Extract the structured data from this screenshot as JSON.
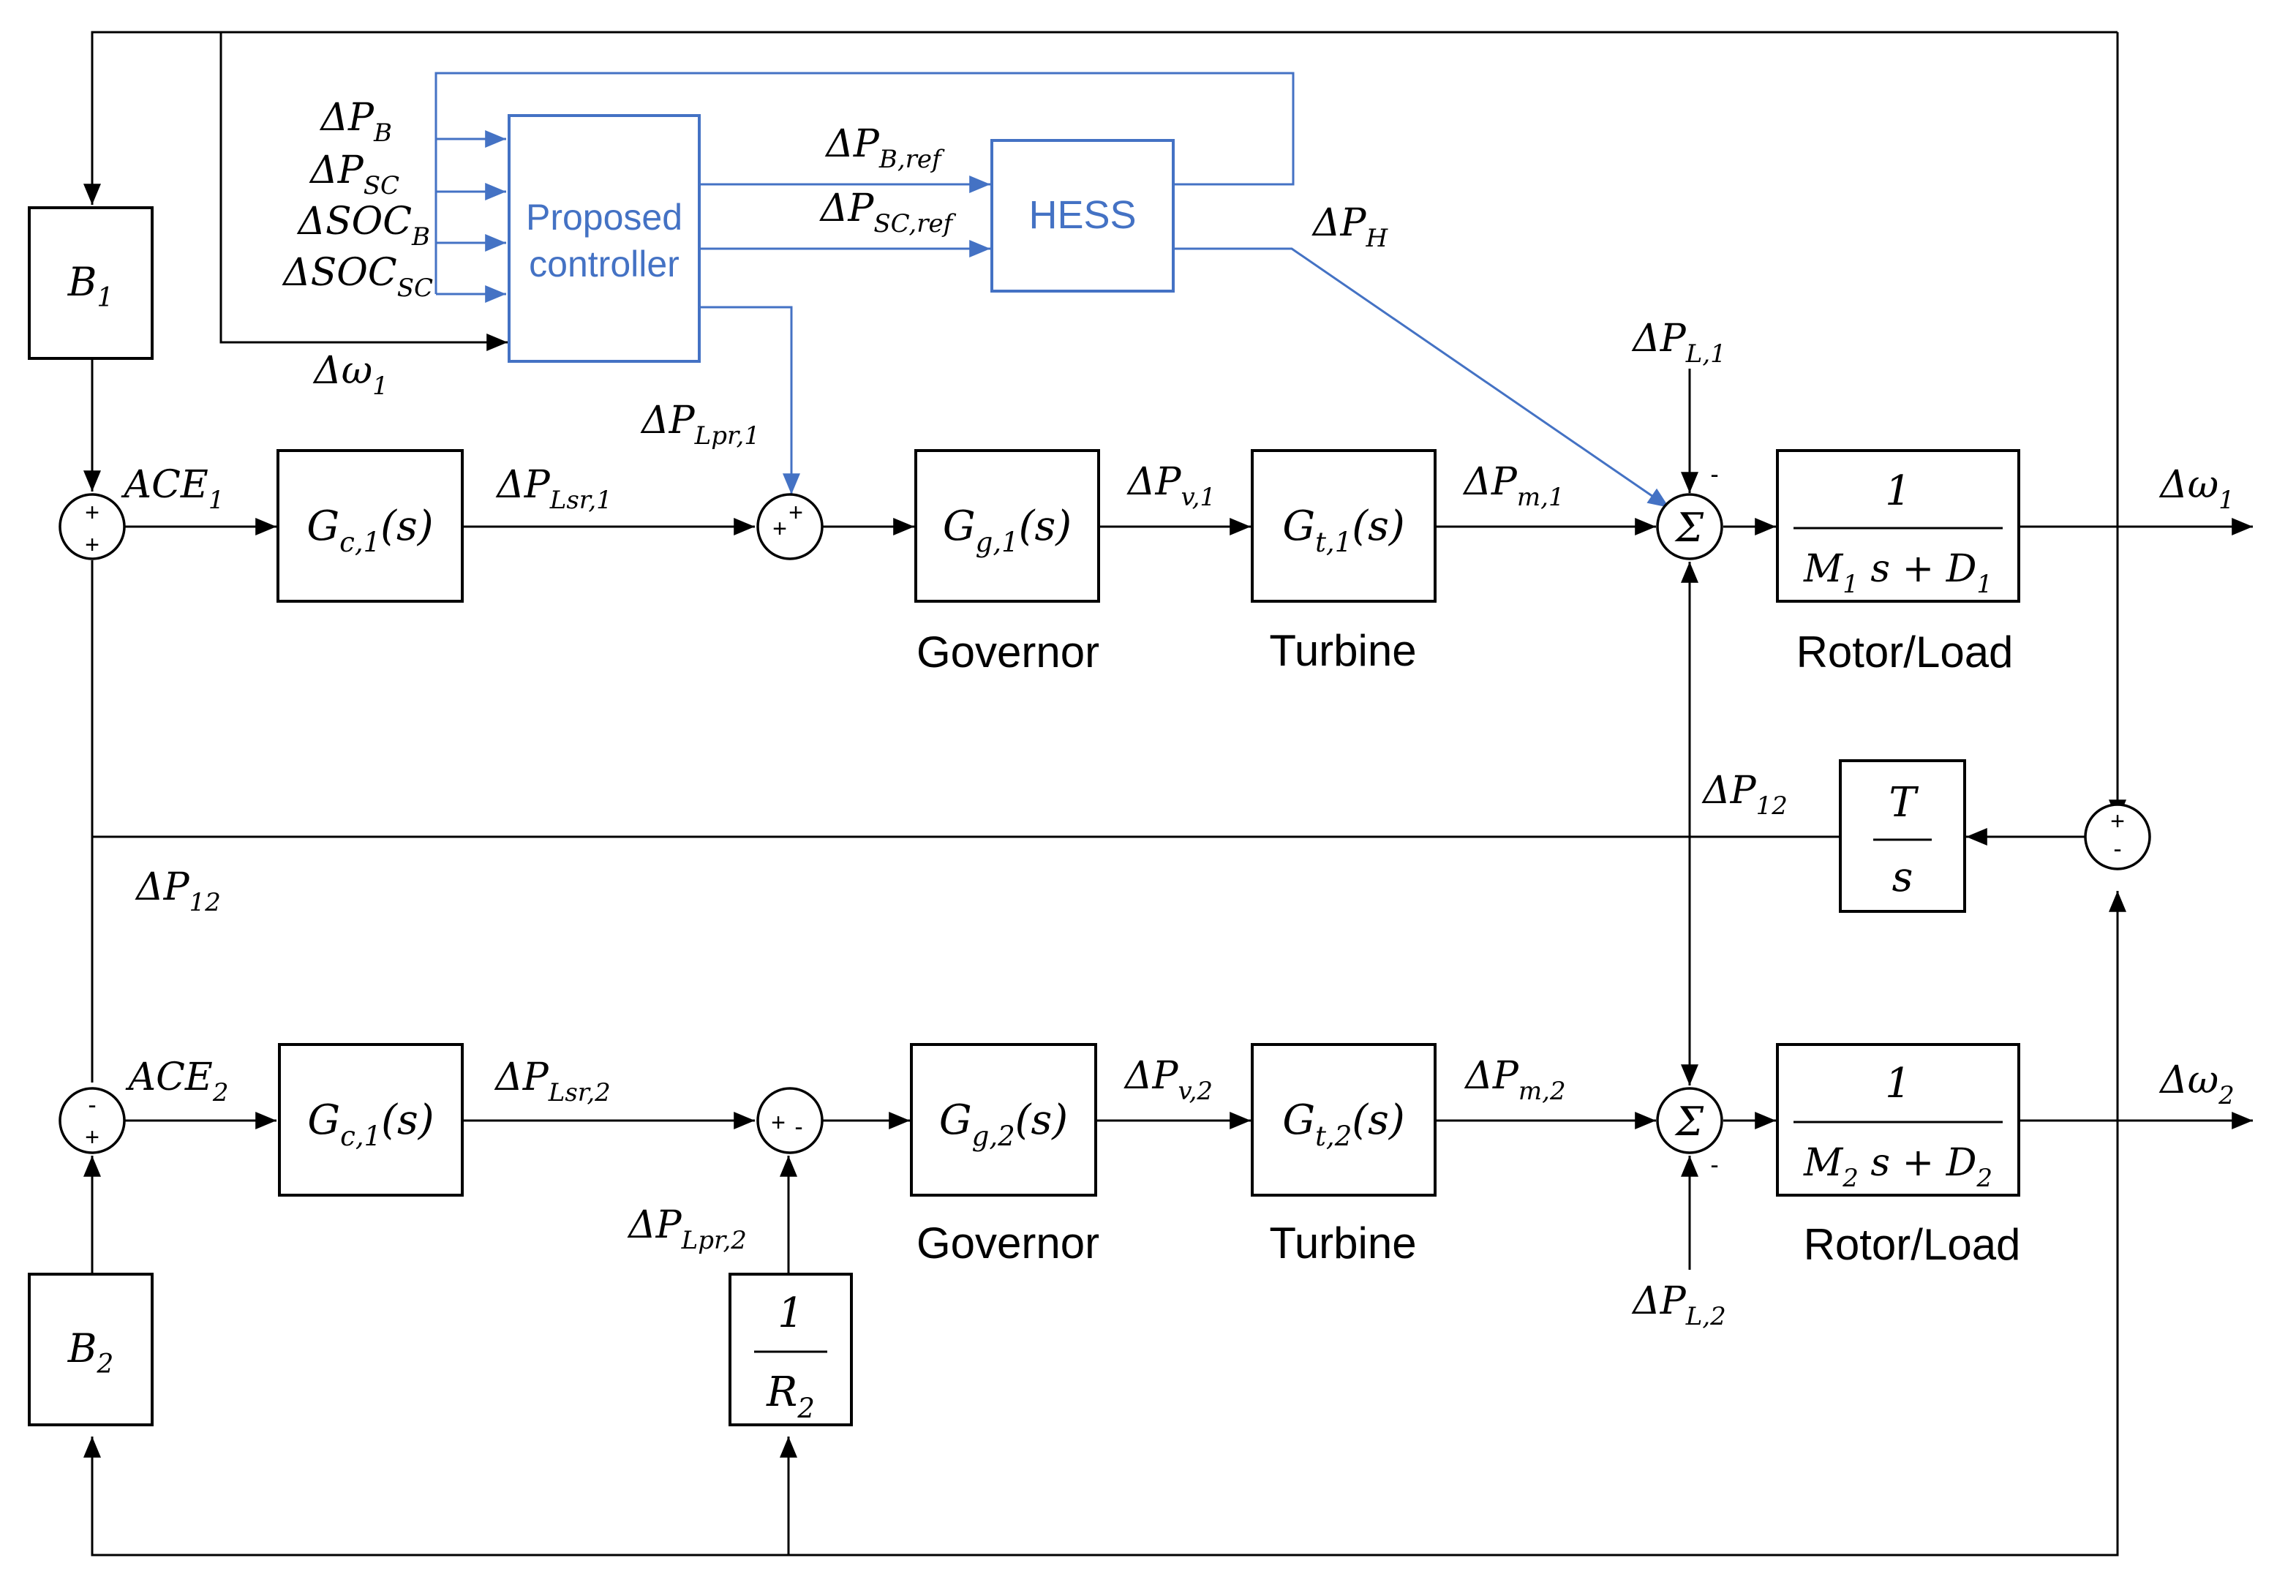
{
  "colors": {
    "line": "#000000",
    "accent": "#4472C4",
    "background": "#ffffff"
  },
  "blocks": {
    "b1": "B_1",
    "b2": "B_2",
    "gc1_top": "G_c,1(s)",
    "gc1_bottom": "G_c,1(s)",
    "gg1": "G_g,1(s)",
    "gg2": "G_g,2(s)",
    "gt1": "G_t,1(s)",
    "gt2": "G_t,2(s)",
    "rotor1": {
      "num": "1",
      "den": "M_1 s + D_1"
    },
    "rotor2": {
      "num": "1",
      "den": "M_2 s + D_2"
    },
    "tie": {
      "num": "T",
      "den": "s"
    },
    "droop2": {
      "num": "1",
      "den": "R_2"
    },
    "controller": {
      "line1": "Proposed",
      "line2": "controller"
    },
    "hess": "HESS"
  },
  "captions": {
    "governor1": "Governor",
    "turbine1": "Turbine",
    "rotor1": "Rotor/Load",
    "governor2": "Governor",
    "turbine2": "Turbine",
    "rotor2": "Rotor/Load"
  },
  "signals": {
    "dPB": "ΔP_B",
    "dPSC": "ΔP_SC",
    "dSOCB": "ΔSOC_B",
    "dSOCSC": "ΔSOC_SC",
    "dw1_in": "Δω_1",
    "dPBref": "ΔP_B,ref",
    "dPSCref": "ΔP_SC,ref",
    "dPH": "ΔP_H",
    "dPL1": "ΔP_L,1",
    "dPL2": "ΔP_L,2",
    "ace1": "ACE_1",
    "ace2": "ACE_2",
    "dPLsr1": "ΔP_Lsr,1",
    "dPLsr2": "ΔP_Lsr,2",
    "dPLpr1": "ΔP_Lpr,1",
    "dPLpr2": "ΔP_Lpr,2",
    "dPv1": "ΔP_v,1",
    "dPv2": "ΔP_v,2",
    "dPm1": "ΔP_m,1",
    "dPm2": "ΔP_m,2",
    "dw1_out": "Δω_1",
    "dw2_out": "Δω_2",
    "dP12_left": "ΔP_12",
    "dP12_right": "ΔP_12"
  },
  "sum_symbol": "Σ",
  "signs": {
    "plus": "+",
    "minus": "-"
  }
}
